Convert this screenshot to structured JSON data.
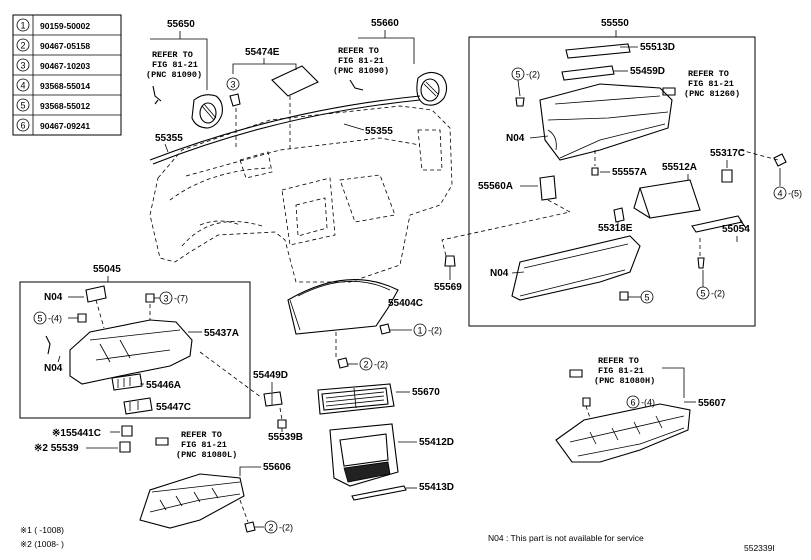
{
  "legend": [
    {
      "num": "1",
      "code": "90159-50002"
    },
    {
      "num": "2",
      "code": "90467-05158"
    },
    {
      "num": "3",
      "code": "90467-10203"
    },
    {
      "num": "4",
      "code": "93568-55014"
    },
    {
      "num": "5",
      "code": "93568-55012"
    },
    {
      "num": "6",
      "code": "90467-09241"
    }
  ],
  "parts": {
    "p55650": "55650",
    "p55474E": "55474E",
    "p55660": "55660",
    "p55550": "55550",
    "p55513D": "55513D",
    "p55459D": "55459D",
    "p55355a": "55355",
    "p55355b": "55355",
    "pN04a": "N04",
    "p55557A": "55557A",
    "p55512A": "55512A",
    "p55317C": "55317C",
    "p55560A": "55560A",
    "p55318E": "55318E",
    "p55054": "55054",
    "p55569": "55569",
    "pN04b": "N04",
    "p55045": "55045",
    "pN04c": "N04",
    "pN04d": "N04",
    "p55437A": "55437A",
    "p55446A": "55446A",
    "p55447C": "55447C",
    "p55404C": "55404C",
    "p55449D": "55449D",
    "p55539B": "55539B",
    "p55670": "55670",
    "p55412D": "55412D",
    "p55413D": "55413D",
    "p55441C": "※155441C",
    "p55539": "※2 55539",
    "p55606": "55606",
    "p55607": "55607"
  },
  "refs": {
    "ref1": [
      "REFER TO",
      "FIG 81-21",
      "(PNC 81090)"
    ],
    "ref2": [
      "REFER TO",
      "FIG 81-21",
      "(PNC 81090)"
    ],
    "ref3": [
      "REFER TO",
      "FIG 81-21",
      "(PNC 81260)"
    ],
    "ref4": [
      "REFER TO",
      "FIG 81-21",
      "(PNC 81080L)"
    ],
    "ref5": [
      "REFER TO",
      "FIG 81-21",
      "(PNC 81080H)"
    ]
  },
  "callouts": {
    "c5a": {
      "num": "5",
      "qty": "-(2)"
    },
    "c4a": {
      "num": "4",
      "qty": "-(5)"
    },
    "c5b": {
      "num": "5",
      "qty": ""
    },
    "c5c": {
      "num": "5",
      "qty": "-(2)"
    },
    "c3a": {
      "num": "3",
      "qty": "-(7)"
    },
    "c5d": {
      "num": "5",
      "qty": "-(4)"
    },
    "c1a": {
      "num": "1",
      "qty": "-(2)"
    },
    "c2a": {
      "num": "2",
      "qty": "-(2)"
    },
    "c6a": {
      "num": "6",
      "qty": "-(4)"
    },
    "c2b": {
      "num": "2",
      "qty": "-(2)"
    },
    "c3b": {
      "num": "3",
      "qty": ""
    }
  },
  "footnotes": {
    "f1": "※1 (     -1008)",
    "f2": "※2 (1008-      )",
    "n04": "N04 : This part is not available for service",
    "diagram_id": "552339I"
  }
}
